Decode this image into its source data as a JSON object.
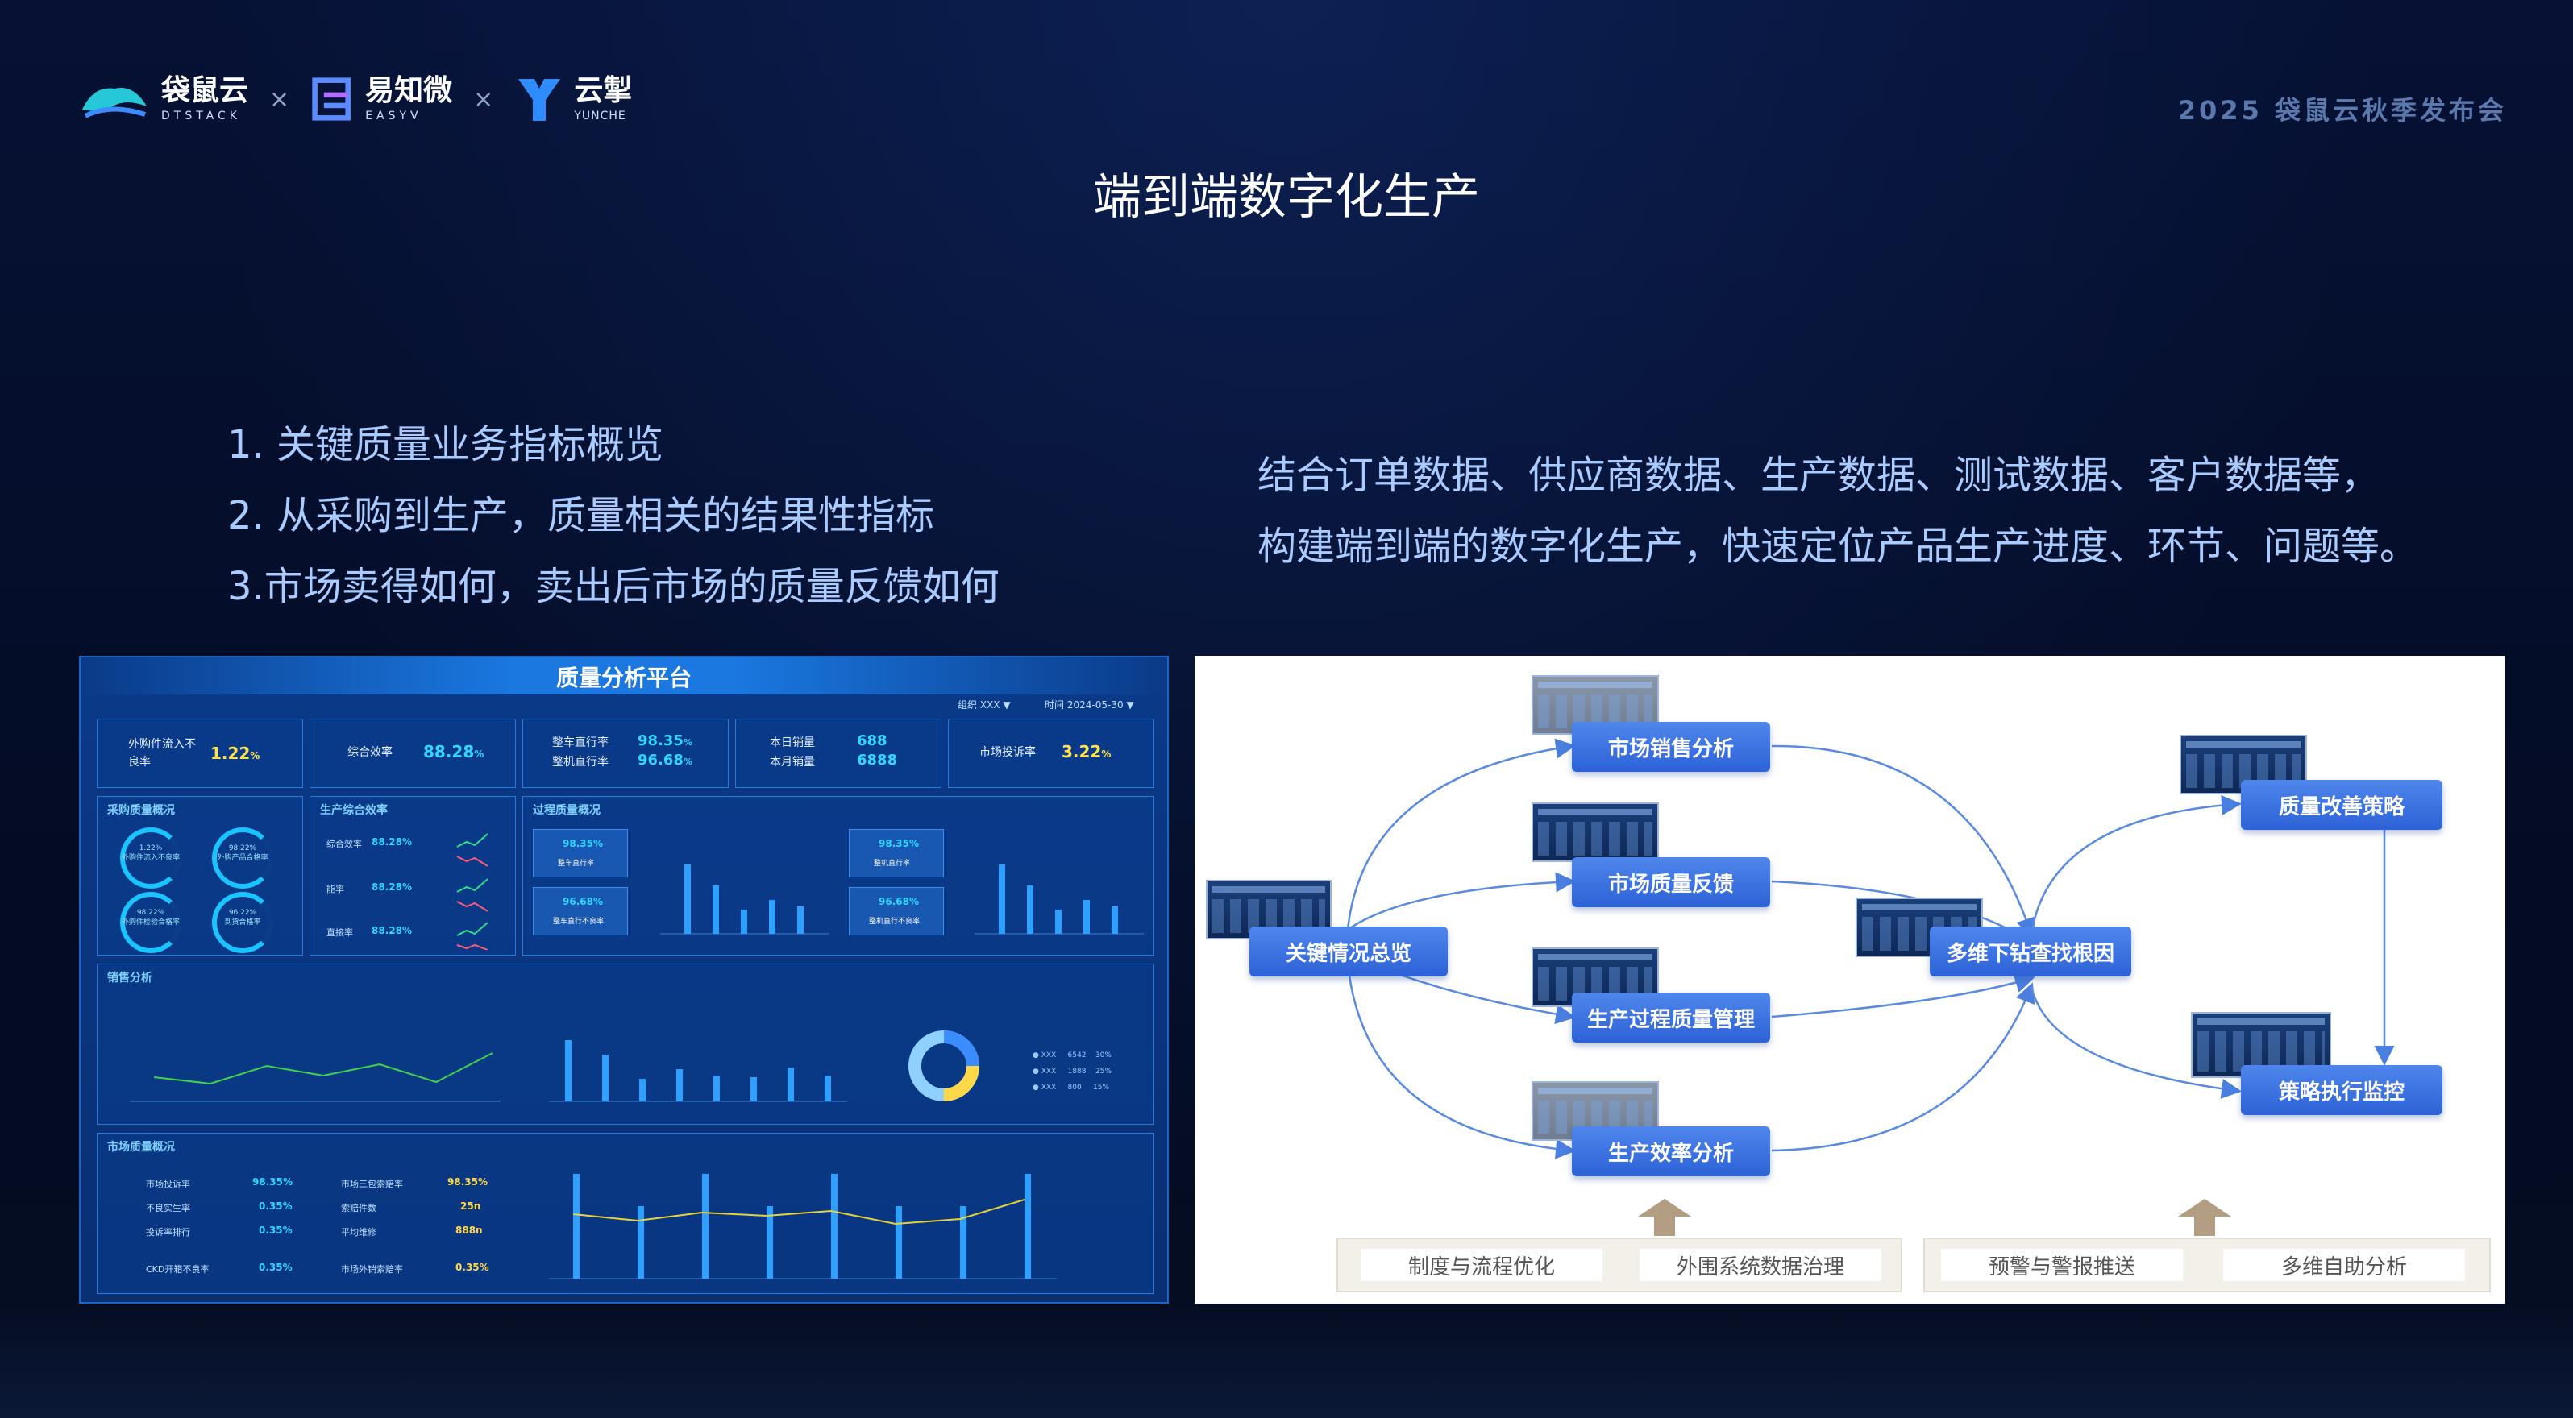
{
  "header": {
    "logos": [
      {
        "name": "袋鼠云",
        "sub": "DTSTACK"
      },
      {
        "name": "易知微",
        "sub": "EASYV"
      },
      {
        "name": "云掣",
        "sub": "YUNCHE"
      }
    ],
    "separator": "×",
    "event": "2025 袋鼠云秋季发布会",
    "title": "端到端数字化生产"
  },
  "left_points": [
    "1. 关键质量业务指标概览",
    "2. 从采购到生产，质量相关的结果性指标",
    "3.市场卖得如何，卖出后市场的质量反馈如何"
  ],
  "right_points": [
    "结合订单数据、供应商数据、生产数据、测试数据、客户数据等，",
    "构建端到端的数字化生产，快速定位产品生产进度、环节、问题等。"
  ],
  "dashboard": {
    "title": "质量分析平台",
    "filters": {
      "org_label": "组织",
      "org_value": "XXX",
      "time_label": "时间",
      "time_value": "2024-05-30"
    },
    "kpis": [
      {
        "label": "外购件流入不良率",
        "value": "1.22",
        "unit": "%"
      },
      {
        "label": "综合效率",
        "value": "88.28",
        "unit": "%"
      },
      {
        "label1": "整车直行率",
        "value1": "98.35",
        "label2": "整机直行率",
        "value2": "96.68",
        "unit": "%"
      },
      {
        "label1": "本日销量",
        "value1": "688",
        "label2": "本月销量",
        "value2": "6888"
      },
      {
        "label": "市场投诉率",
        "value": "3.22",
        "unit": "%"
      }
    ],
    "panels": {
      "procure": "采购质量概况",
      "production": "生产综合效率",
      "process": "过程质量概况",
      "sales": "销售分析",
      "market": "市场质量概况"
    },
    "procure_rings": [
      {
        "value": "1.22%",
        "label": "外购件流入不良率"
      },
      {
        "value": "98.22%",
        "label": "外购产品合格率"
      },
      {
        "value": "98.22%",
        "label": "外购件检验合格率"
      },
      {
        "value": "96.22%",
        "label": "到货合格率"
      }
    ],
    "production_rows": [
      {
        "label": "综合效率",
        "value": "88.28%"
      },
      {
        "label": "能率",
        "value": "88.28%"
      },
      {
        "label": "直接率",
        "value": "88.28%"
      }
    ],
    "process_boxes": [
      {
        "value": "98.35%",
        "label": "整车直行率"
      },
      {
        "value": "96.68%",
        "label": "整车直行不良率"
      },
      {
        "value": "98.35%",
        "label": "整机直行率"
      },
      {
        "value": "96.68%",
        "label": "整机直行不良率"
      }
    ],
    "market_rows": [
      {
        "l1": "市场投诉率",
        "v1": "98.35%",
        "l2": "市场三包索赔率",
        "v2": "98.35%"
      },
      {
        "l1": "不良实生率",
        "v1": "0.35%",
        "l2": "索赔件数",
        "v2": "25n"
      },
      {
        "l1": "投诉率排行",
        "v1": "0.35%",
        "l2": "平均维修",
        "v2": "888n"
      },
      {
        "l1": "CKD开箱不良率",
        "v1": "0.35%",
        "l2": "市场外销索赔率",
        "v2": "0.35%"
      }
    ],
    "sales_legend": [
      {
        "name": "XXX",
        "value": "6542",
        "pct": "30%"
      },
      {
        "name": "XXX",
        "value": "1888",
        "pct": "25%"
      },
      {
        "name": "XXX",
        "value": "800",
        "pct": "15%"
      }
    ]
  },
  "flow": {
    "nodes": {
      "overview": "关键情况总览",
      "market_sales": "市场销售分析",
      "market_quality": "市场质量反馈",
      "process_quality": "生产过程质量管理",
      "efficiency": "生产效率分析",
      "drilldown": "多维下钻查找根因",
      "improve": "质量改善策略",
      "monitor": "策略执行监控"
    },
    "bases": [
      [
        "制度与流程优化",
        "外围系统数据治理"
      ],
      [
        "预警与警报推送",
        "多维自助分析"
      ]
    ]
  },
  "colors": {
    "accent": "#2c62d6",
    "text": "#a9cbff",
    "background": "#050d24"
  }
}
